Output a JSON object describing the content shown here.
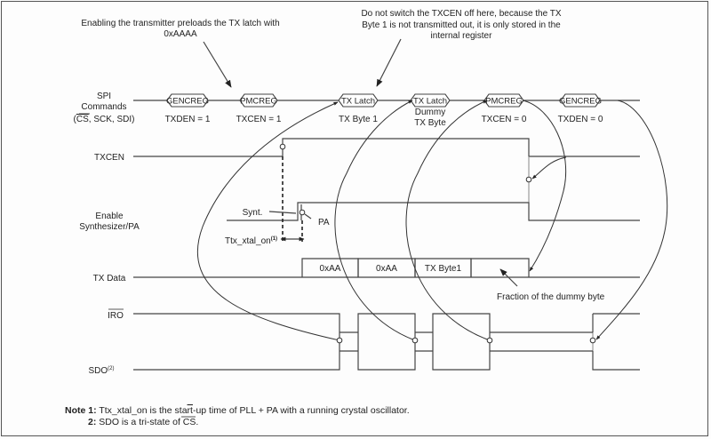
{
  "annotations": {
    "top_left_line1": "Enabling the transmitter preloads the TX latch with",
    "top_left_line2": "0xAAAA",
    "top_right_line1": "Do not switch the TXCEN off here, because the TX",
    "top_right_line2": "Byte 1 is not transmitted out, it is only stored in the",
    "top_right_line3": "internal register",
    "dummy_fraction": "Fraction of the dummy byte"
  },
  "signals": {
    "spi_line1": "SPI",
    "spi_line2": "Commands",
    "spi_line3_pre": "(",
    "spi_line3_cs": "CS",
    "spi_line3_post": ", SCK, SDI)",
    "txcen": "TXCEN",
    "enable_line1": "Enable",
    "enable_line2": "Synthesizer/PA",
    "txdata": "TX Data",
    "iro": "IRO",
    "sdo": "SDO",
    "sdo_sup": "(2)"
  },
  "spi_commands": [
    {
      "name": "GENCREG",
      "caption": [
        "TXDEN = 1"
      ]
    },
    {
      "name": "PMCREG",
      "caption": [
        "TXCEN = 1"
      ]
    },
    {
      "name": "TX Latch",
      "caption": [
        "TX Byte 1"
      ]
    },
    {
      "name": "TX Latch",
      "caption": [
        "Dummy",
        "TX Byte"
      ]
    },
    {
      "name": "PMCREG",
      "caption": [
        "TXCEN = 0"
      ]
    },
    {
      "name": "GENCREG",
      "caption": [
        "TXDEN = 0"
      ]
    }
  ],
  "tx_data_cells": [
    "0xAA",
    "0xAA",
    "TX Byte1",
    ""
  ],
  "timing": {
    "synt": "Synt.",
    "pa": "PA",
    "ttx": "Ttx_xtal_on",
    "ttx_sup": "(1)"
  },
  "notes": {
    "note1_label": "Note 1:",
    "note1_text_a": " Ttx_xtal_on is the sta",
    "note1_text_b": "rt",
    "note1_text_c": "-up time of PLL + PA with a running crystal oscillator.",
    "note2_label": "2:",
    "note2_text_a": " SDO is a tri-state of ",
    "note2_text_cs": "CS",
    "note2_text_b": "."
  }
}
